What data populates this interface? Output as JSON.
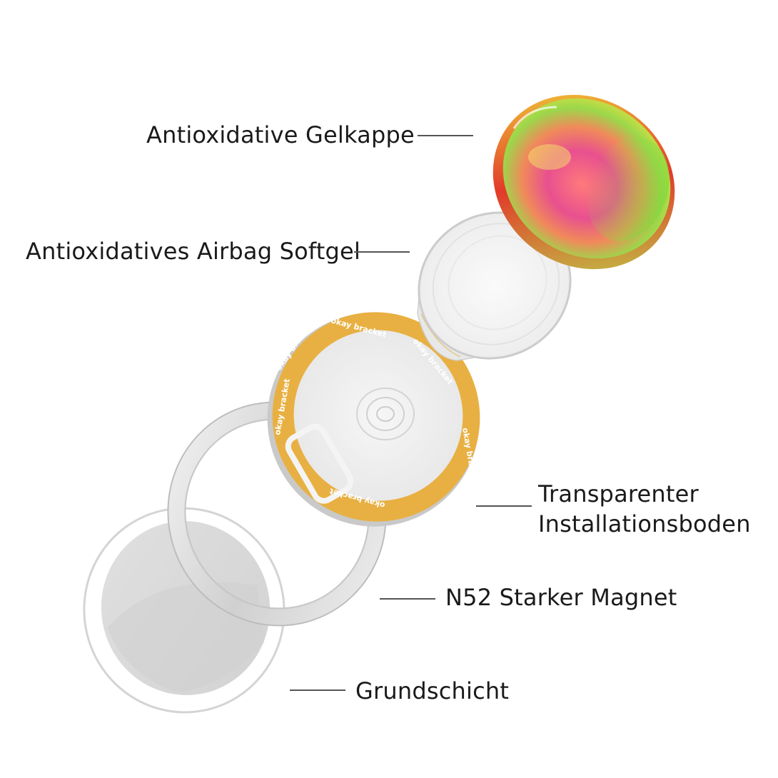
{
  "diagram": {
    "type": "exploded-view",
    "subject": "layered magnetic phone grip components",
    "brand_text_on_ring": "okay bracket",
    "colors": {
      "background": "#ffffff",
      "label_text": "#1a1a1a",
      "leader_line": "#555555",
      "orange_ring": "#e8b042",
      "silver": "#d8d8d8"
    },
    "components": [
      {
        "id": "gel-cap",
        "label": "Antioxidative Gelkappe"
      },
      {
        "id": "airbag-softgel",
        "label": "Antioxidatives Airbag Softgel"
      },
      {
        "id": "installation-base",
        "label_line1": "Transparenter",
        "label_line2": "Installationsboden"
      },
      {
        "id": "magnet",
        "label": "N52 Starker Magnet"
      },
      {
        "id": "base-layer",
        "label": "Grundschicht"
      }
    ]
  }
}
